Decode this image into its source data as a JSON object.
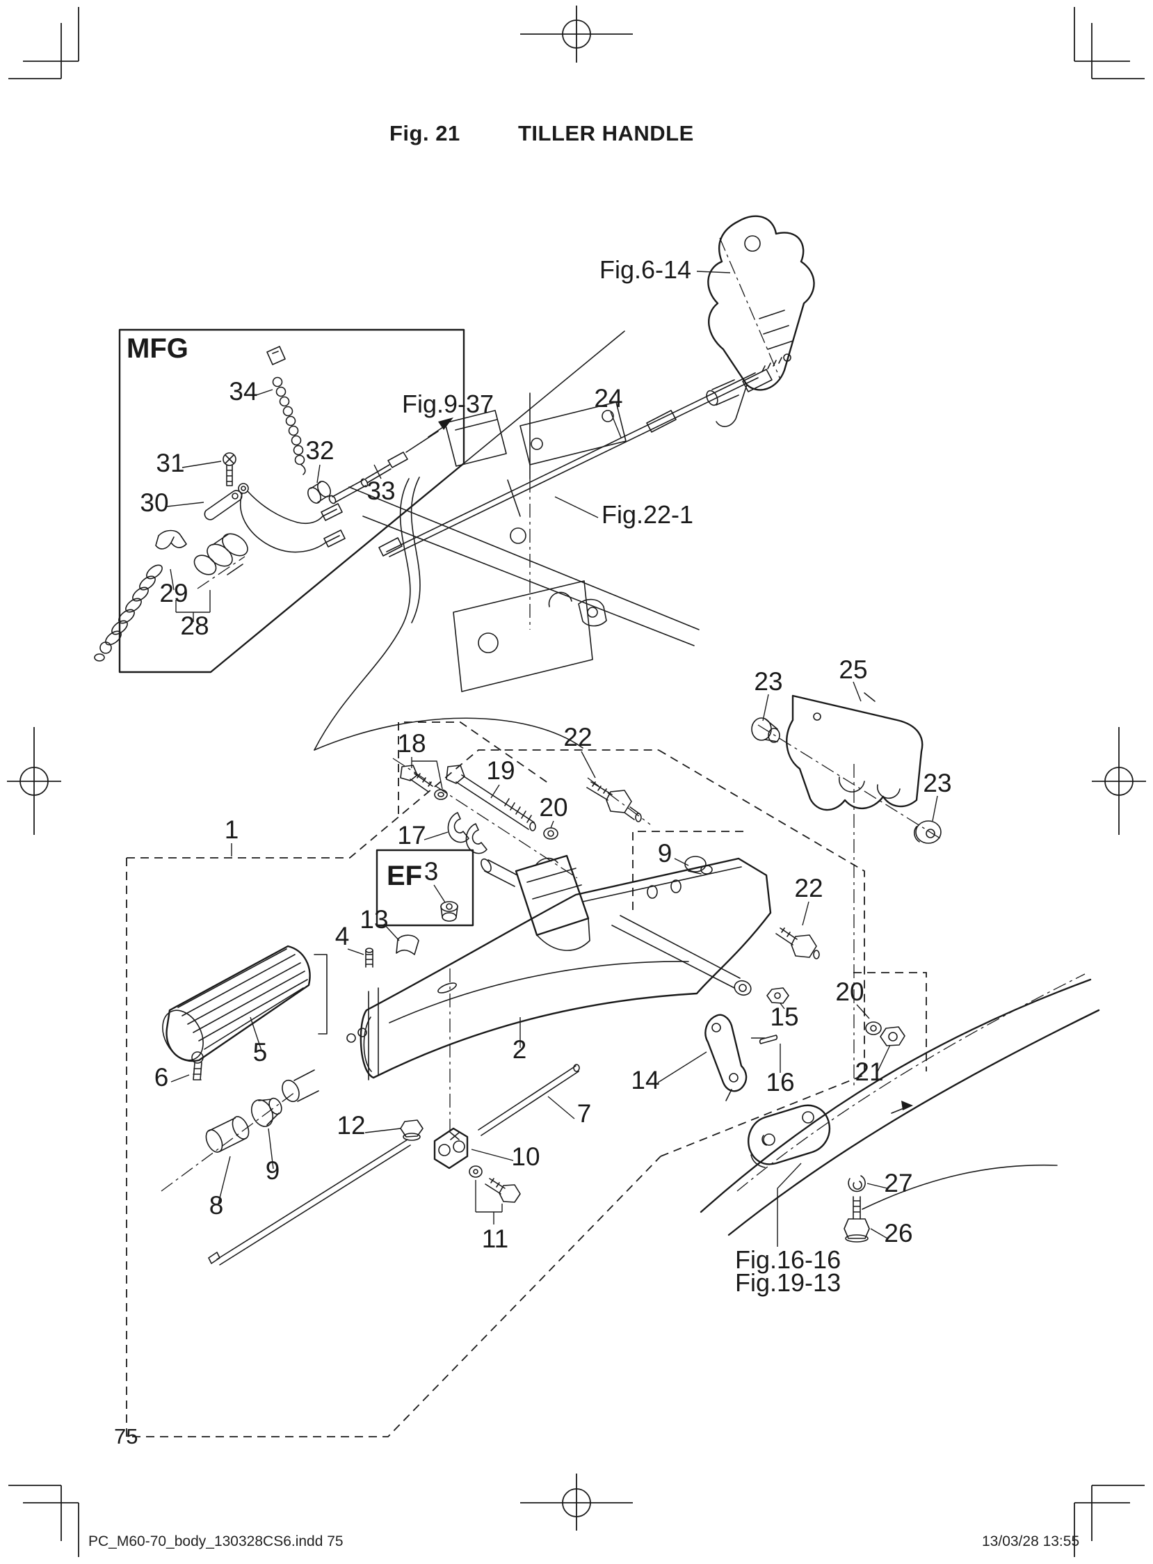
{
  "page": {
    "figure_label": "Fig. 21",
    "figure_title": "TILLER HANDLE",
    "page_number": "75",
    "footer_left": "PC_M60-70_body_130328CS6.indd   75",
    "footer_right": "13/03/28   13:55"
  },
  "colors": {
    "ink": "#1a1a1a",
    "paper": "#ffffff"
  },
  "diagram": {
    "insets": {
      "mfg": "MFG",
      "ef": "EF"
    },
    "refs": {
      "fig_6_14": "Fig.6-14",
      "fig_9_37": "Fig.9-37",
      "fig_22_1": "Fig.22-1",
      "fig_16_16": "Fig.16-16",
      "fig_19_13": "Fig.19-13"
    },
    "callouts": {
      "c1": "1",
      "c2": "2",
      "c3": "3",
      "c4": "4",
      "c5": "5",
      "c6": "6",
      "c7": "7",
      "c8": "8",
      "c9_left": "9",
      "c9_right": "9",
      "c10": "10",
      "c11": "11",
      "c12": "12",
      "c13": "13",
      "c14": "14",
      "c15": "15",
      "c16": "16",
      "c17": "17",
      "c18": "18",
      "c19": "19",
      "c20_mid": "20",
      "c20_right": "20",
      "c21": "21",
      "c22_mid": "22",
      "c22_right": "22",
      "c23_left": "23",
      "c23_right": "23",
      "c24": "24",
      "c25": "25",
      "c26": "26",
      "c27": "27",
      "c28": "28",
      "c29": "29",
      "c30": "30",
      "c31": "31",
      "c32": "32",
      "c33": "33",
      "c34": "34"
    }
  }
}
